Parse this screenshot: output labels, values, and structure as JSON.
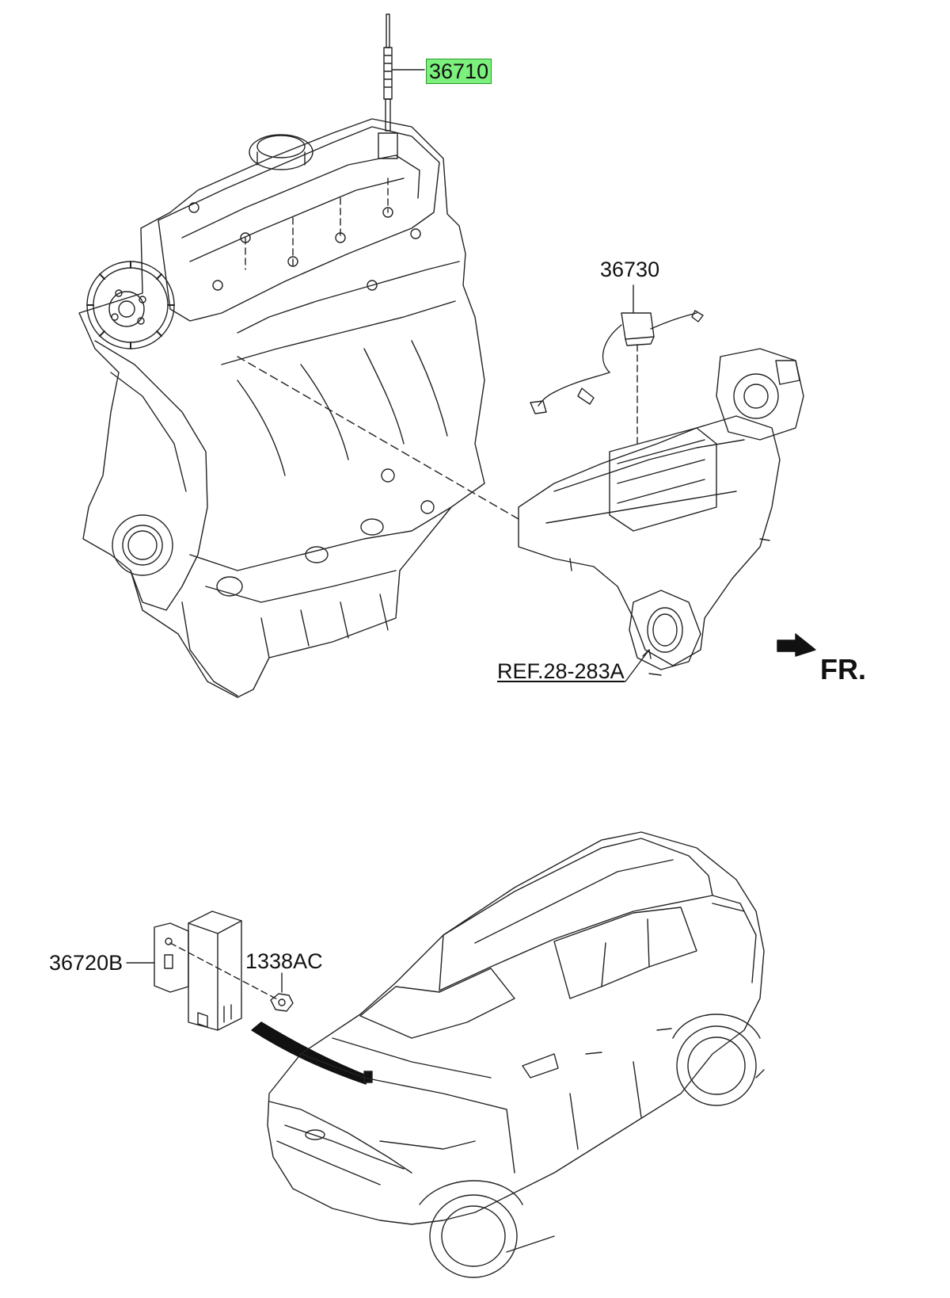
{
  "diagram": {
    "labels": {
      "glow_plug": "36710",
      "wiring_harness": "36730",
      "reference": "REF.28-283A",
      "front_indicator": "FR.",
      "glow_controller": "36720B",
      "nut": "1338AC"
    },
    "highlighted_part": "36710",
    "colors": {
      "highlight_fill": "#7cf07c",
      "highlight_border": "#2a9a2a",
      "line": "#222222",
      "background": "#ffffff"
    }
  }
}
